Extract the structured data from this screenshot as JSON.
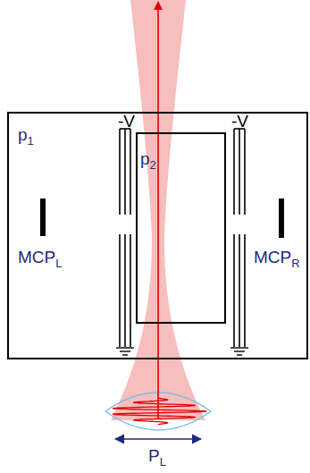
{
  "diagram": {
    "nodes": [
      {
        "text": [
          "p1"
        ]
      },
      {
        "text": [
          "p2"
        ],
        "in": 0
      }
    ],
    "labels": [
      "-V",
      "-V",
      "MCPL",
      "MCPR",
      "PL"
    ]
  }
}
